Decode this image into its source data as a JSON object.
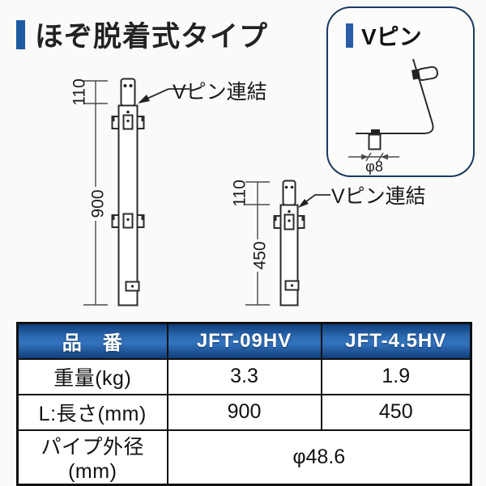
{
  "page": {
    "title": "ほぞ脱着式タイプ",
    "accent_color": "#1f5ba4"
  },
  "vpin_box": {
    "title": "Vピン",
    "diameter_label": "φ8"
  },
  "drawings": {
    "left_pole": {
      "model": "JFT-09HV",
      "link_label": "Vピン連結",
      "dim_top": "110",
      "dim_length": "900"
    },
    "right_pole": {
      "model": "JFT-4.5HV",
      "link_label": "Vピン連結",
      "dim_top": "110",
      "dim_length": "450"
    }
  },
  "table": {
    "header": [
      "品　番",
      "JFT-09HV",
      "JFT-4.5HV"
    ],
    "rows": [
      {
        "label": "重量(kg)",
        "col1": "3.3",
        "col2": "1.9"
      },
      {
        "label": "L:長さ(mm)",
        "col1": "900",
        "col2": "450"
      },
      {
        "label": "パイプ外径(mm)",
        "merged": "φ48.6"
      }
    ]
  }
}
